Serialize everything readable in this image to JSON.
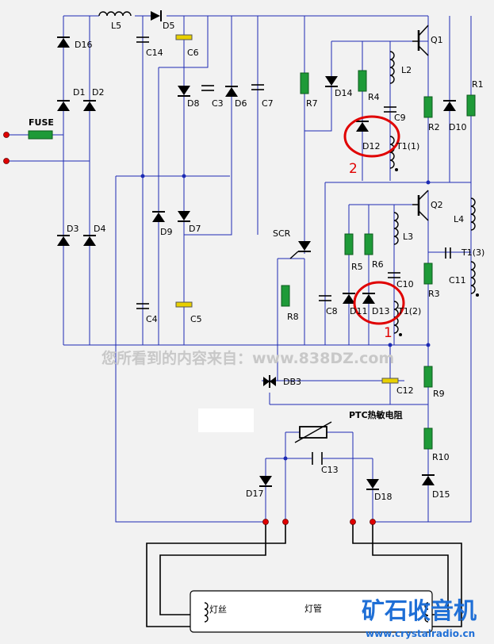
{
  "labels": {
    "L5": "L5",
    "D5": "D5",
    "D16": "D16",
    "C14": "C14",
    "C6": "C6",
    "D1": "D1",
    "D2": "D2",
    "FUSE": "FUSE",
    "D8": "D8",
    "C3": "C3",
    "D6": "D6",
    "C7": "C7",
    "R7": "R7",
    "D14": "D14",
    "R4": "R4",
    "L2": "L2",
    "C9": "C9",
    "D12": "D12",
    "T1_1": "T1(1)",
    "Q1": "Q1",
    "R1": "R1",
    "R2": "R2",
    "D10": "D10",
    "D3": "D3",
    "D4": "D4",
    "D9": "D9",
    "D7": "D7",
    "SCR": "SCR",
    "Q2": "Q2",
    "L4": "L4",
    "T1_3": "T1(3)",
    "R5": "R5",
    "R6": "R6",
    "L3": "L3",
    "C10": "C10",
    "C11": "C11",
    "R3": "R3",
    "R8": "R8",
    "C8": "C8",
    "D11": "D11",
    "D13": "D13",
    "T1_2": "T1(2)",
    "C4": "C4",
    "C5": "C5",
    "DB3": "DB3",
    "C12": "C12",
    "R9": "R9",
    "PTC": "PTC热敏电阻",
    "C13": "C13",
    "R10": "R10",
    "D17": "D17",
    "D18": "D18",
    "D15": "D15",
    "filament": "灯丝",
    "tube": "灯管"
  },
  "annotations": {
    "mark1": "1",
    "mark2": "2"
  },
  "watermark": "您所看到的内容来自：www.838DZ.com",
  "logo": {
    "title": "矿石收音机",
    "url": "www.crystalradio.cn"
  },
  "colors": {
    "wire": "#1d2bb4",
    "resistor": "#1e9a38",
    "electrolytic": "#e8d000",
    "highlight": "#e00000",
    "logo": "#1f6fd6"
  }
}
